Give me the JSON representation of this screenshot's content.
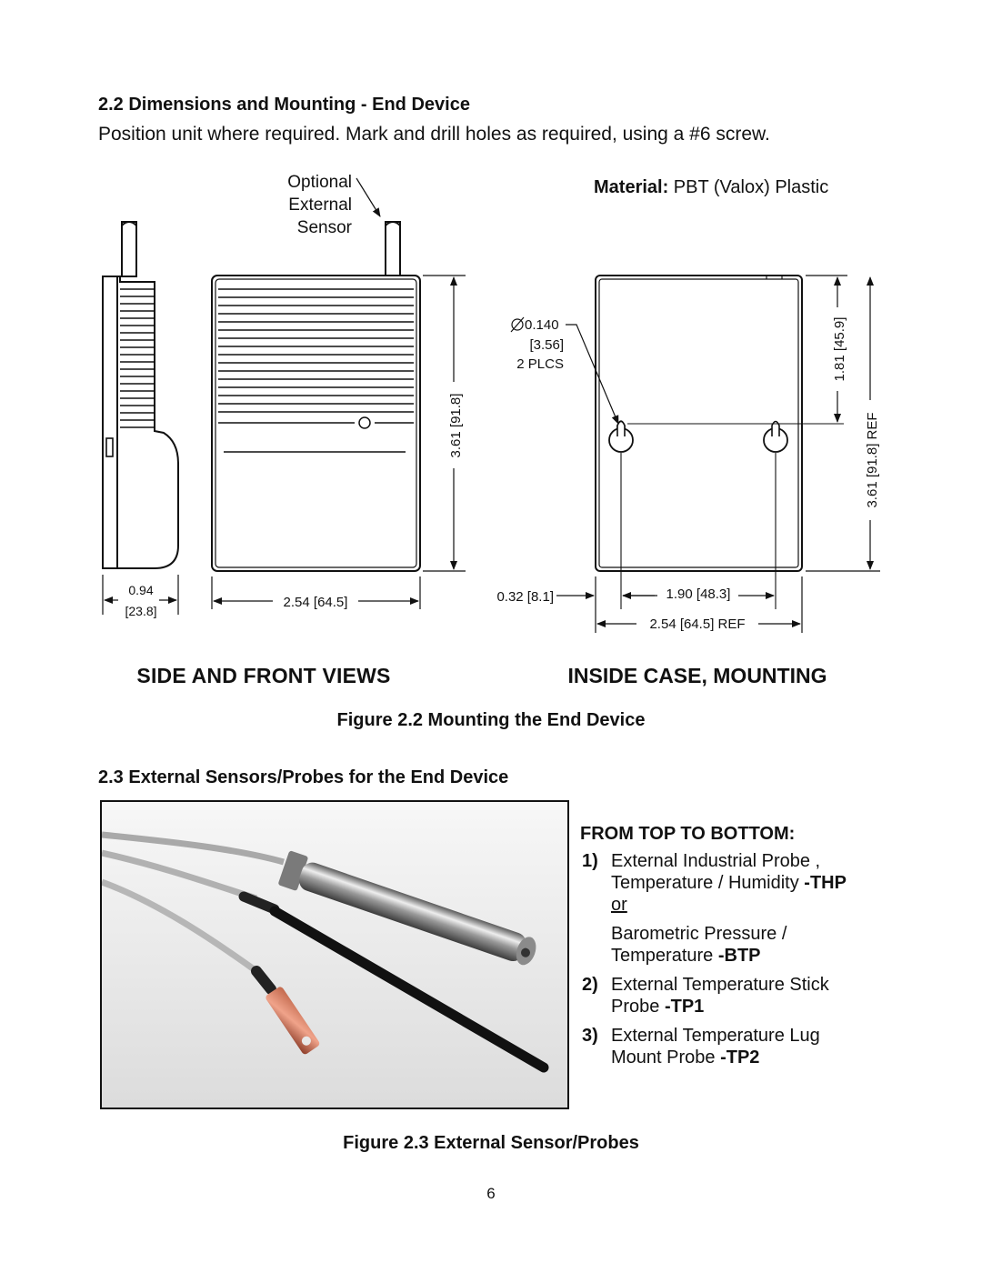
{
  "section_22": {
    "heading": "2.2  Dimensions and Mounting - End Device",
    "instruction": "Position unit where required. Mark and drill holes as required, using a #6 screw."
  },
  "figure_22": {
    "material_label": "Material:",
    "material_value": " PBT (Valox) Plastic",
    "sensor_callout": [
      "Optional",
      "External",
      "Sensor"
    ],
    "side_width": "0.94",
    "side_width_mm": "[23.8]",
    "front_width": "2.54 [64.5]",
    "front_height": "3.61 [91.8]",
    "hole_dia": "0.140",
    "hole_dia_mm": "[3.56]",
    "hole_count": "2 PLCS",
    "hole_offset_top": "1.81 [45.9]",
    "inside_height_ref": "3.61 [91.8] REF",
    "hole_edge_offset": "0.32 [8.1]",
    "hole_spacing": "1.90 [48.3]",
    "inside_width_ref": "2.54 [64.5] REF",
    "left_title": "SIDE  AND FRONT VIEWS",
    "right_title": "INSIDE CASE, MOUNTING",
    "caption": "Figure 2.2  Mounting the End Device"
  },
  "section_23": {
    "heading": "2.3  External Sensors/Probes for the End Device",
    "list_header": "FROM TOP TO BOTTOM:",
    "items": [
      {
        "num": "1)",
        "line1": "External Industrial Probe ,",
        "line2": "Temperature / Humidity ",
        "code": "-THP",
        "or": "or",
        "alt1": "Barometric Pressure /",
        "alt2": "Temperature  ",
        "alt_code": "-BTP"
      },
      {
        "num": "2)",
        "line1": "External Temperature Stick",
        "line2": "Probe  ",
        "code": "-TP1"
      },
      {
        "num": "3)",
        "line1": "External Temperature Lug",
        "line2": "Mount Probe  ",
        "code": "-TP2"
      }
    ],
    "caption": "Figure 2.3  External Sensor/Probes"
  },
  "page_number": "6"
}
